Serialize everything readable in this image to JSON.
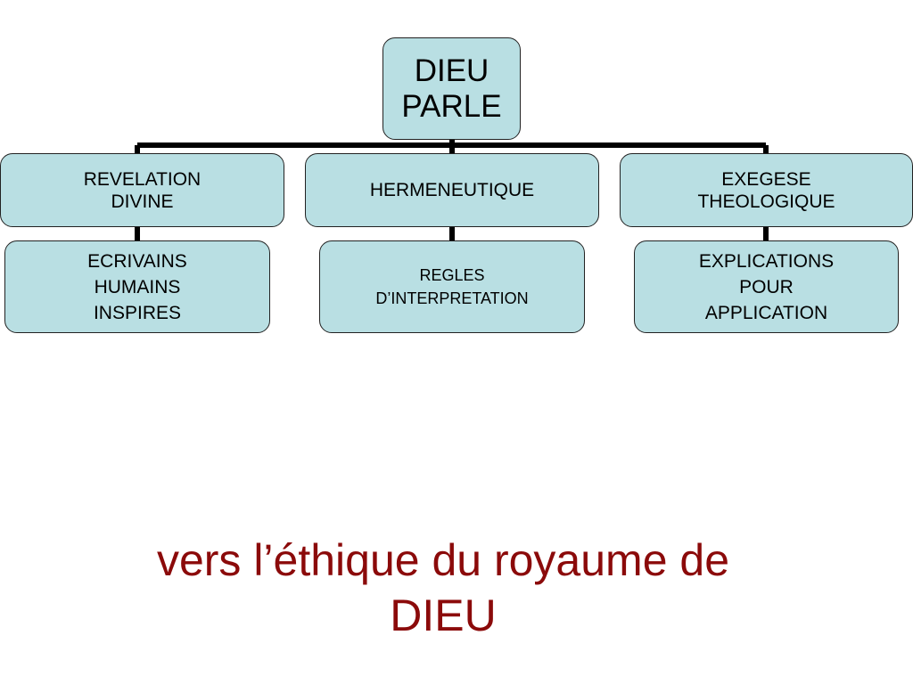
{
  "diagram": {
    "root": {
      "label": "DIEU\nPARLE"
    },
    "level1": [
      {
        "label": "REVELATION\nDIVINE"
      },
      {
        "label": "HERMENEUTIQUE"
      },
      {
        "label": "EXEGESE\nTHEOLOGIQUE"
      }
    ],
    "level2": [
      {
        "label": "ECRIVAINS\nHUMAINS\nINSPIRES"
      },
      {
        "label": "REGLES\nD’INTERPRETATION"
      },
      {
        "label": "EXPLICATIONS\nPOUR\nAPPLICATION"
      }
    ]
  },
  "caption": "vers l’éthique du royaume de\nDIEU",
  "colors": {
    "box_fill": "#b9dfe3",
    "box_border": "#222222",
    "connector": "#000000",
    "caption": "#8b0a0a"
  }
}
